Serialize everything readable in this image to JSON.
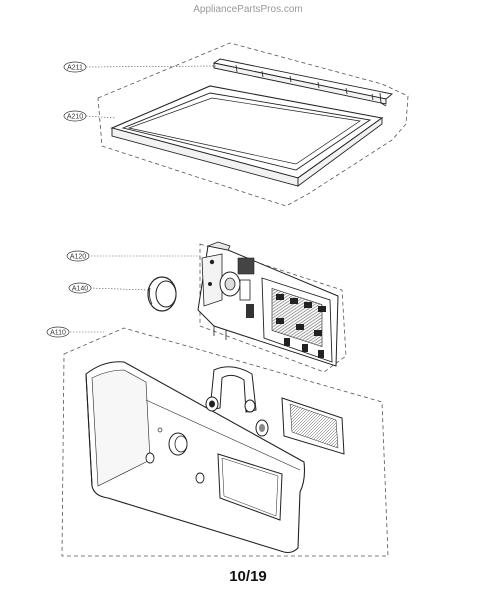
{
  "watermark": "AppliancePartsPros.com",
  "page_number": "10/19",
  "callouts": [
    {
      "id": "A211",
      "label": "A211"
    },
    {
      "id": "A210",
      "label": "A210"
    },
    {
      "id": "A120",
      "label": "A120"
    },
    {
      "id": "A140",
      "label": "A140"
    },
    {
      "id": "A110",
      "label": "A110"
    }
  ],
  "colors": {
    "line": "#222222",
    "dash": "#555555",
    "text": "#333333"
  }
}
